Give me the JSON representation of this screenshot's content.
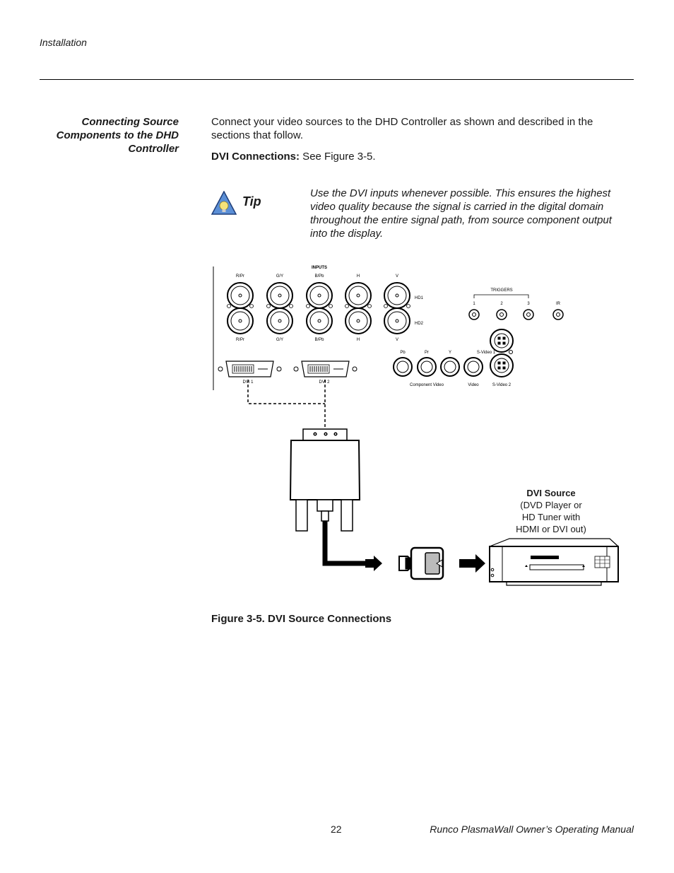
{
  "header": {
    "section": "Installation"
  },
  "side_heading": [
    "Connecting Source",
    "Components to the DHD",
    "Controller"
  ],
  "intro": "Connect your video sources to the DHD Controller as shown and described in the sections that follow.",
  "dvi_connections": {
    "label": "DVI Connections:",
    "text": " See Figure 3-5."
  },
  "tip": {
    "label": "Tip",
    "text": "Use the DVI inputs whenever possible. This ensures the highest video quality because the signal is carried in the digital domain throughout the entire signal path, from source component output into the display."
  },
  "panel": {
    "inputs_label": "INPUTS",
    "bnc_top_labels": [
      "R/Pr",
      "G/Y",
      "B/Pb",
      "H",
      "V"
    ],
    "bnc_bottom_labels": [
      "R/Pr",
      "G/Y",
      "B/Pb",
      "H",
      "V"
    ],
    "hd1": "HD1",
    "hd2": "HD2",
    "triggers_label": "TRIGGERS",
    "trigger_numbers": [
      "1",
      "2",
      "3"
    ],
    "ir": "IR",
    "rca_labels": [
      "Pb",
      "Pr",
      "Y"
    ],
    "svideo1": "S-Video 1",
    "component_video": "Component Video",
    "video": "Video",
    "svideo2": "S-Video 2",
    "dvi1": "DVI 1",
    "dvi2": "DVI 2"
  },
  "dvi_source": {
    "title": "DVI Source",
    "lines": [
      "(DVD Player or",
      "HD Tuner with",
      "HDMI or DVI out)"
    ]
  },
  "caption": "Figure 3-5. DVI Source Connections",
  "footer": {
    "page": "22",
    "title": "Runco PlasmaWall Owner’s Operating Manual"
  }
}
